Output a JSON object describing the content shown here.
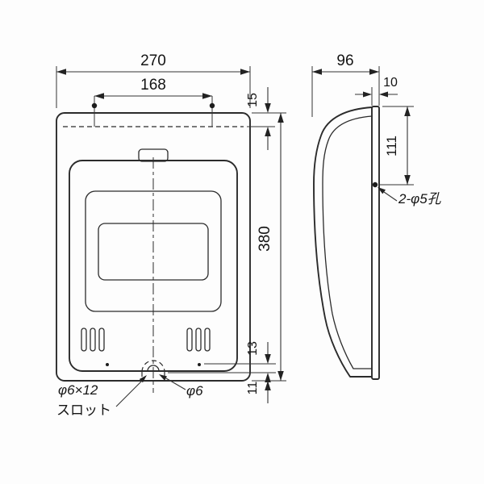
{
  "drawing": {
    "type": "technical-dimension-drawing",
    "front_view": {
      "dim_width": "270",
      "dim_inner_width": "168",
      "dim_top_offset": "15",
      "dim_height": "380",
      "dim_mid_offset": "13",
      "dim_bottom_offset": "11",
      "label_slot_size": "φ6×12",
      "label_slot_name": "スロット",
      "label_hole_diameter": "φ6"
    },
    "side_view": {
      "dim_depth": "96",
      "dim_plate_thickness": "10",
      "dim_hole_position": "111",
      "label_mounting_holes": "2-φ5孔"
    },
    "colors": {
      "line": "#2b2b2b",
      "dimension": "#333333",
      "text": "#141414",
      "background": "#fdfdfd"
    }
  }
}
